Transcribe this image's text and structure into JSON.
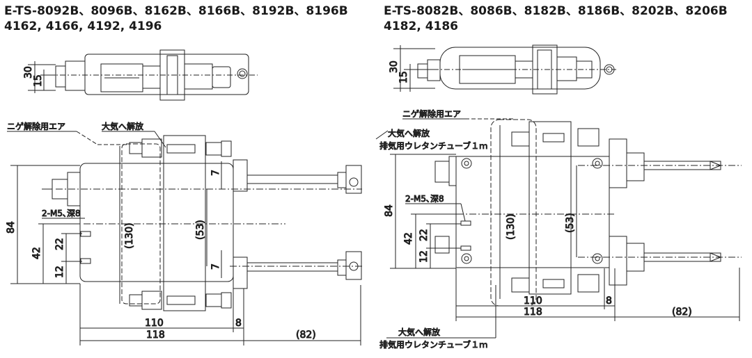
{
  "left": {
    "title_line1": "E-TS-8092B、8096B、8162B、8166B、8192B、8196B",
    "title_line2": "4162, 4166, 4192, 4196",
    "top_dims": {
      "d30": "30",
      "d15": "15"
    },
    "labels": {
      "nige": "ニゲ解除用エア",
      "air_release": "大気へ解放",
      "tap": "2-M5､深8"
    },
    "dims": {
      "d84": "84",
      "d42": "42",
      "d22": "22",
      "d12": "12",
      "d130": "(130)",
      "d53": "(53)",
      "d7a": "7",
      "d7b": "7",
      "d110": "110",
      "d118": "118",
      "d8": "8",
      "d82": "(82)"
    }
  },
  "right": {
    "title_line1": "E-TS-8082B、8086B、8182B、8186B、8202B、8206B",
    "title_line2": "4182, 4186",
    "top_dims": {
      "d30": "30",
      "d15": "15"
    },
    "labels": {
      "nige": "ニゲ解除用エア",
      "air_release_top": "大気へ解放",
      "urethane_top": "排気用ウレタンチューブ１ｍ",
      "tap": "2-M5､深8",
      "air_release_bottom": "大気へ解放",
      "urethane_bottom": "排気用ウレタンチューブ１ｍ"
    },
    "dims": {
      "d84": "84",
      "d42": "42",
      "d22": "22",
      "d12": "12",
      "d130": "(130)",
      "d53": "(53)",
      "d110": "110",
      "d118": "118",
      "d8": "8",
      "d82": "(82)"
    }
  }
}
